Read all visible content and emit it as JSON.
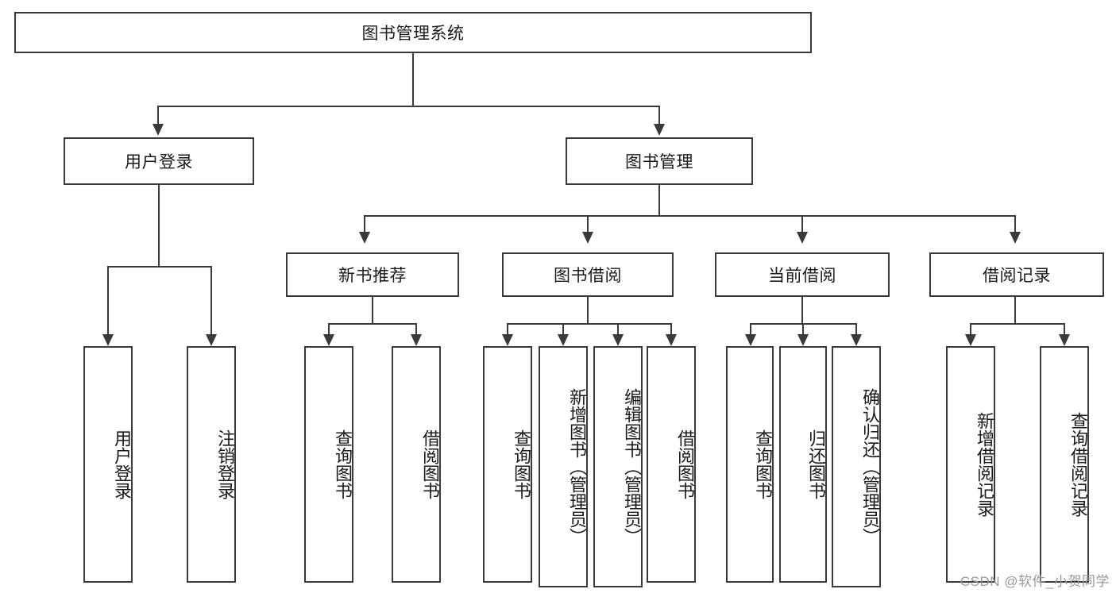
{
  "diagram": {
    "type": "tree",
    "title": "图书管理系统",
    "watermark": "CSDN @软件_小贺同学",
    "colors": {
      "stroke": "#3a3a3a",
      "fill": "#ffffff",
      "text": "#1a1a1a",
      "watermark": "#9a9a9a"
    },
    "root": {
      "label": "图书管理系统"
    },
    "level2": [
      {
        "label": "用户登录"
      },
      {
        "label": "图书管理"
      }
    ],
    "level3": [
      {
        "label": "新书推荐"
      },
      {
        "label": "图书借阅"
      },
      {
        "label": "当前借阅"
      },
      {
        "label": "借阅记录"
      }
    ],
    "leaves": {
      "user_login": [
        {
          "label": "用户登录"
        },
        {
          "label": "注销登录"
        }
      ],
      "new_book": [
        {
          "label": "查询图书"
        },
        {
          "label": "借阅图书"
        }
      ],
      "book_borrow": [
        {
          "label": "查询图书"
        },
        {
          "label": "新增图书（管理员）"
        },
        {
          "label": "编辑图书（管理员）"
        },
        {
          "label": "借阅图书"
        }
      ],
      "current_borrow": [
        {
          "label": "查询图书"
        },
        {
          "label": "归还图书"
        },
        {
          "label": "确认归还（管理员）"
        }
      ],
      "borrow_record": [
        {
          "label": "新增借阅记录"
        },
        {
          "label": "查询借阅记录"
        }
      ]
    }
  }
}
